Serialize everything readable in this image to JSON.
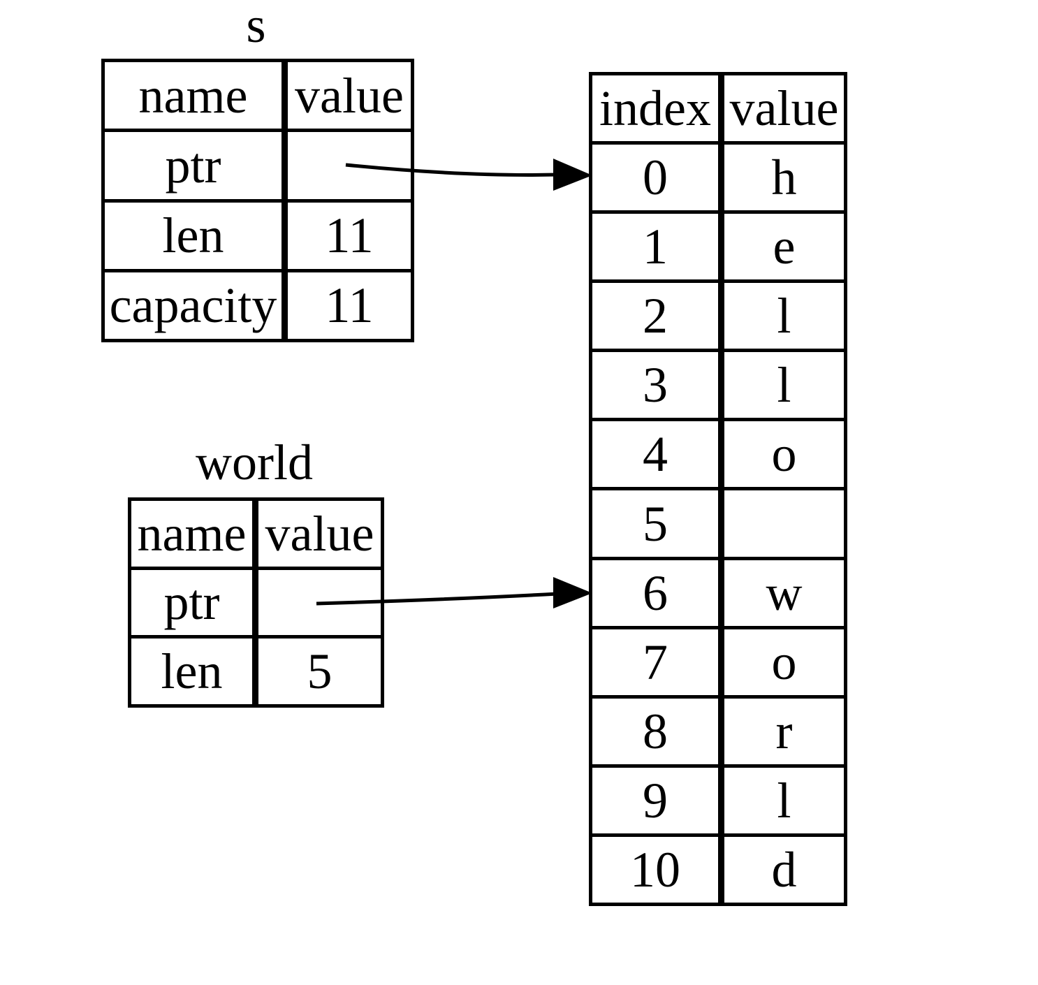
{
  "colors": {
    "line": "#000000",
    "background": "#ffffff",
    "text": "#000000"
  },
  "s_table": {
    "title": "s",
    "headers": [
      "name",
      "value"
    ],
    "rows": [
      [
        "ptr",
        ""
      ],
      [
        "len",
        "11"
      ],
      [
        "capacity",
        "11"
      ]
    ]
  },
  "world_table": {
    "title": "world",
    "headers": [
      "name",
      "value"
    ],
    "rows": [
      [
        "ptr",
        ""
      ],
      [
        "len",
        "5"
      ]
    ]
  },
  "memory_table": {
    "headers": [
      "index",
      "value"
    ],
    "rows": [
      [
        "0",
        "h"
      ],
      [
        "1",
        "e"
      ],
      [
        "2",
        "l"
      ],
      [
        "3",
        "l"
      ],
      [
        "4",
        "o"
      ],
      [
        "5",
        ""
      ],
      [
        "6",
        "w"
      ],
      [
        "7",
        "o"
      ],
      [
        "8",
        "r"
      ],
      [
        "9",
        "l"
      ],
      [
        "10",
        "d"
      ]
    ]
  },
  "arrows": [
    {
      "name": "s-ptr-arrow",
      "from": "s.ptr",
      "to": "index 0"
    },
    {
      "name": "world-ptr-arrow",
      "from": "world.ptr",
      "to": "index 6"
    }
  ]
}
